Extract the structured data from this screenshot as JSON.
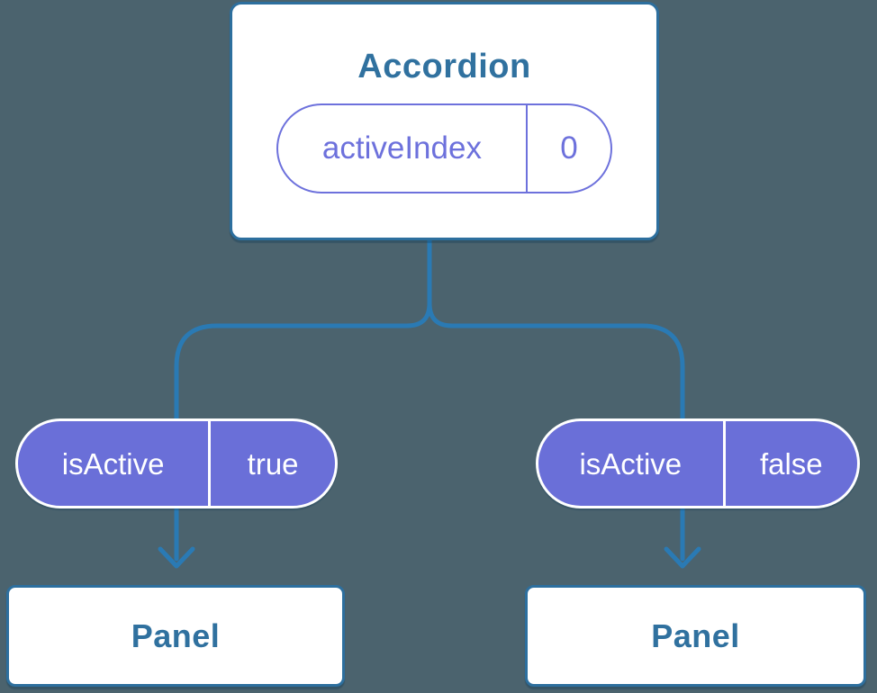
{
  "theme": {
    "bg": "#4b636e",
    "connector": "#2a7ab4",
    "box-border": "#2d6f9e",
    "box-bg": "#ffffff",
    "title-text": "#30719f",
    "purple": "#6a6fd8",
    "purple-border": "#6d71dc",
    "pill-text": "#ffffff"
  },
  "diagram": {
    "root": {
      "title": "Accordion",
      "state": {
        "name": "activeIndex",
        "value": "0"
      }
    },
    "children": [
      {
        "prop": {
          "name": "isActive",
          "value": "true"
        },
        "component": "Panel"
      },
      {
        "prop": {
          "name": "isActive",
          "value": "false"
        },
        "component": "Panel"
      }
    ]
  }
}
